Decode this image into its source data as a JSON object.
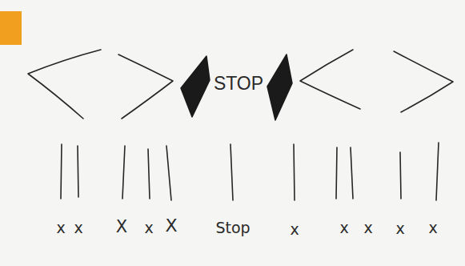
{
  "diagram": {
    "labels": [
      "STOP",
      "x",
      "x",
      "X",
      "x",
      "X",
      "Stop",
      "x",
      "x",
      "x",
      "x",
      "x"
    ]
  }
}
